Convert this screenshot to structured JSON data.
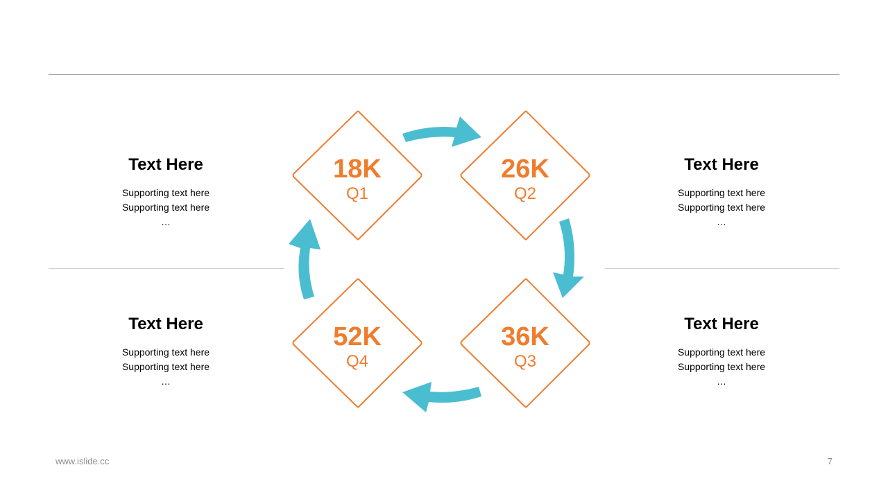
{
  "blocks": {
    "top_left": {
      "heading": "Text Here",
      "line1": "Supporting text here",
      "line2": "Supporting text here",
      "line3": "…"
    },
    "top_right": {
      "heading": "Text Here",
      "line1": "Supporting text here",
      "line2": "Supporting text here",
      "line3": "…"
    },
    "bottom_left": {
      "heading": "Text Here",
      "line1": "Supporting text here",
      "line2": "Supporting text here",
      "line3": "…"
    },
    "bottom_right": {
      "heading": "Text Here",
      "line1": "Supporting text here",
      "line2": "Supporting text here",
      "line3": "…"
    }
  },
  "cycle": {
    "q1": {
      "value": "18K",
      "label": "Q1"
    },
    "q2": {
      "value": "26K",
      "label": "Q2"
    },
    "q3": {
      "value": "36K",
      "label": "Q3"
    },
    "q4": {
      "value": "52K",
      "label": "Q4"
    }
  },
  "colors": {
    "accent": "#f07c2e",
    "arrow": "#4bbdd1",
    "rule": "#a6a6a6"
  },
  "footer": {
    "url": "www.islide.cc",
    "page": "7"
  }
}
